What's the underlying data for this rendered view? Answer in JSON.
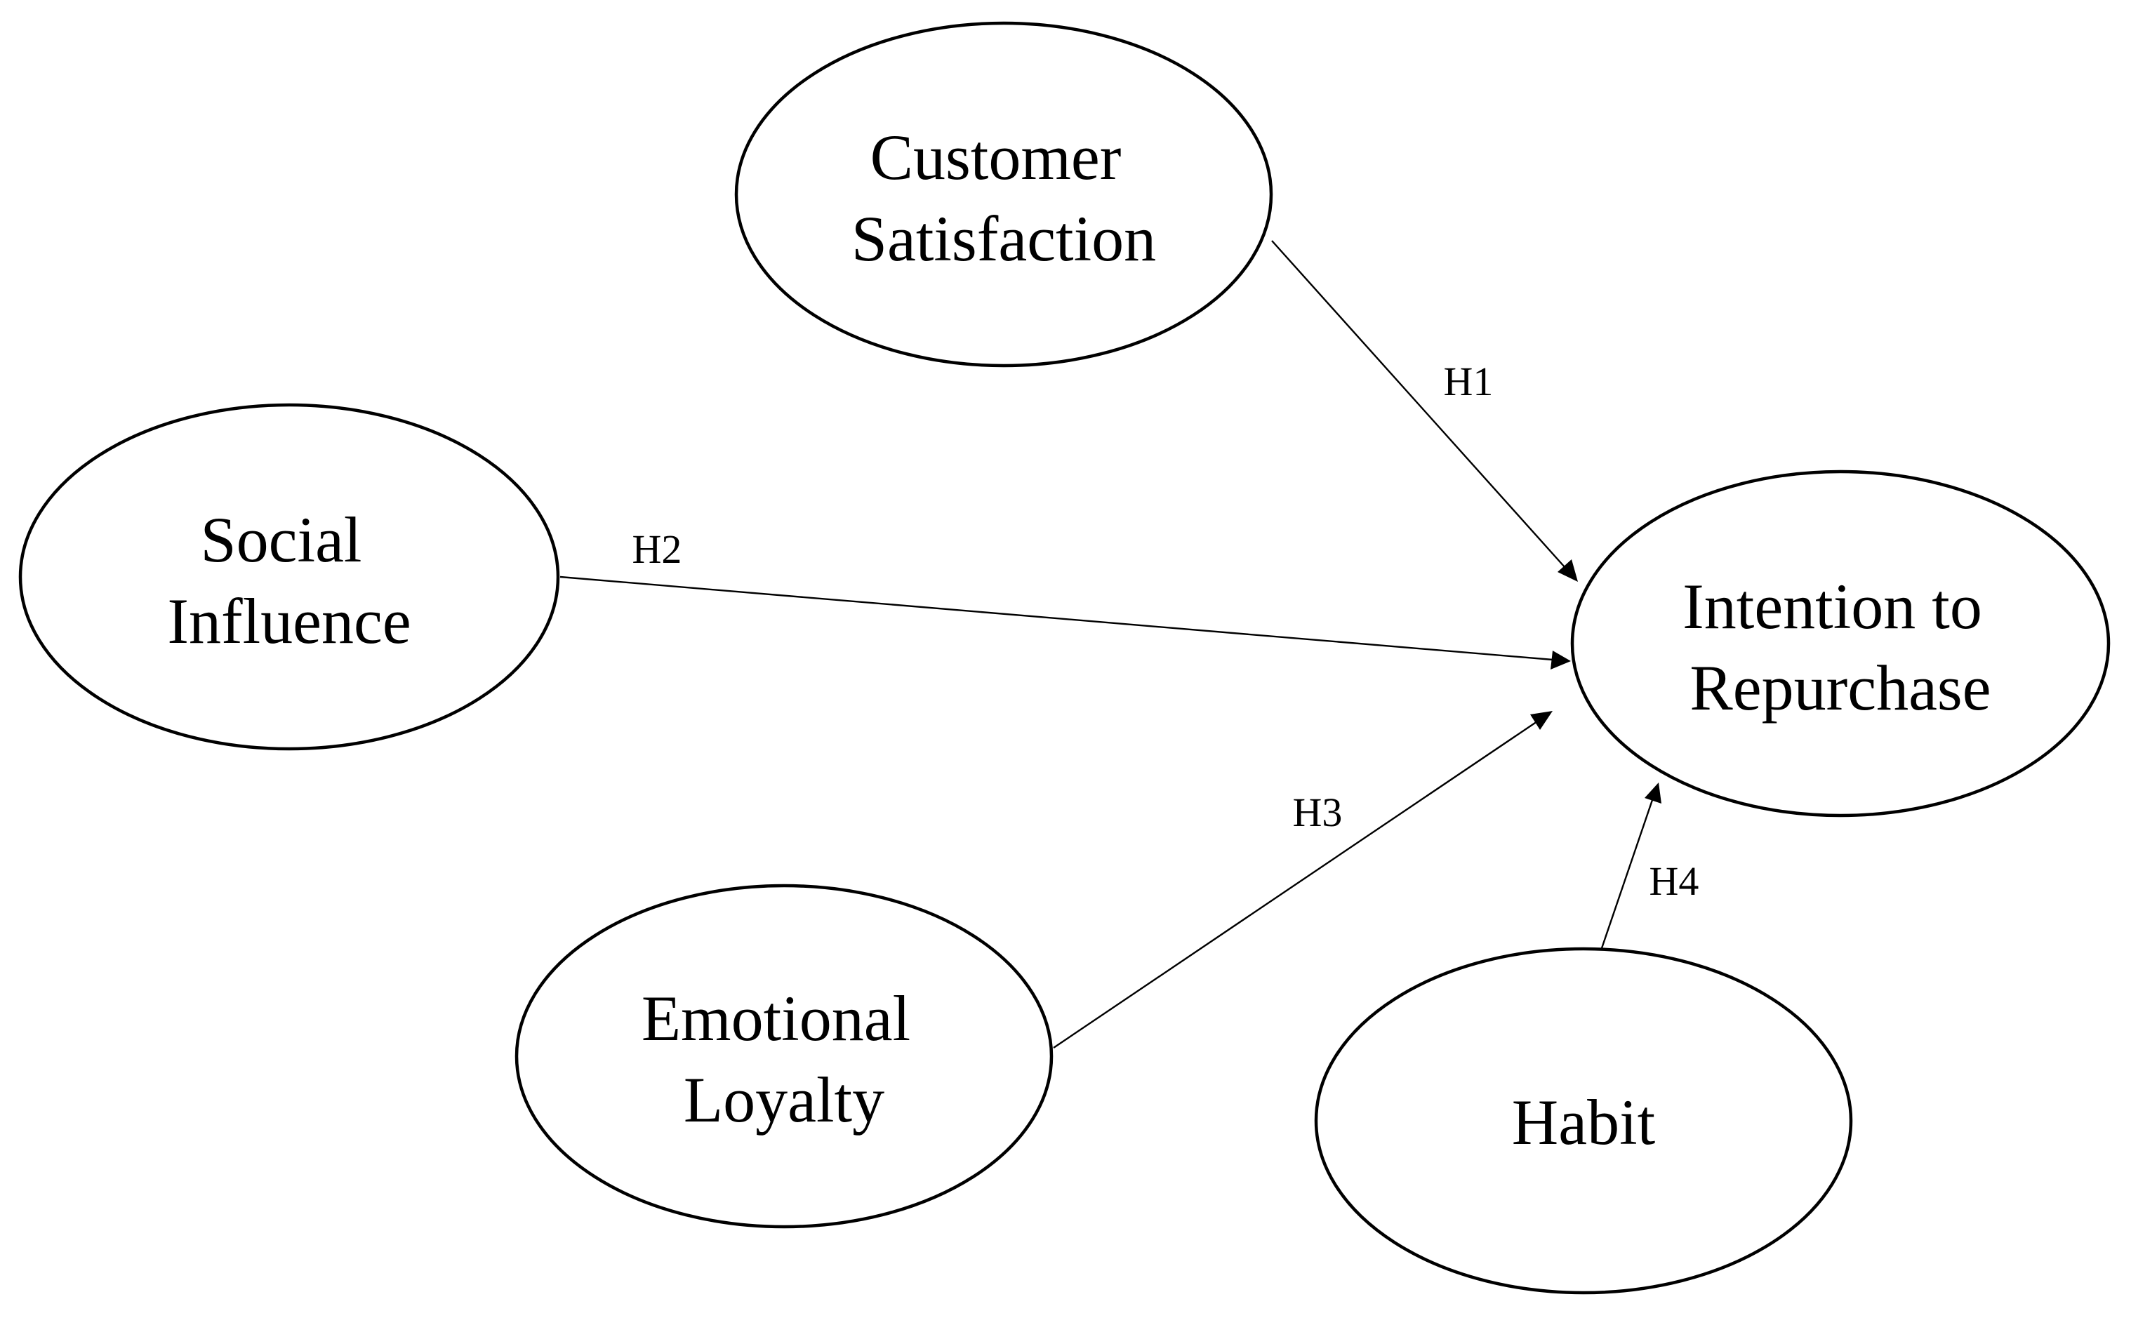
{
  "nodes": [
    {
      "id": "customer_satisfaction",
      "lines": [
        "Customer",
        "Satisfaction"
      ]
    },
    {
      "id": "social_influence",
      "lines": [
        "Social",
        "Influence"
      ]
    },
    {
      "id": "intention_to_repurchase",
      "lines": [
        "Intention to",
        "Repurchase"
      ]
    },
    {
      "id": "emotional_loyalty",
      "lines": [
        "Emotional",
        "Loyalty"
      ]
    },
    {
      "id": "habit",
      "lines": [
        "Habit"
      ]
    }
  ],
  "edges": [
    {
      "id": "h1",
      "from": "customer_satisfaction",
      "to": "intention_to_repurchase",
      "label": "H1"
    },
    {
      "id": "h2",
      "from": "social_influence",
      "to": "intention_to_repurchase",
      "label": "H2"
    },
    {
      "id": "h3",
      "from": "emotional_loyalty",
      "to": "intention_to_repurchase",
      "label": "H3"
    },
    {
      "id": "h4",
      "from": "habit",
      "to": "intention_to_repurchase",
      "label": "H4"
    }
  ]
}
